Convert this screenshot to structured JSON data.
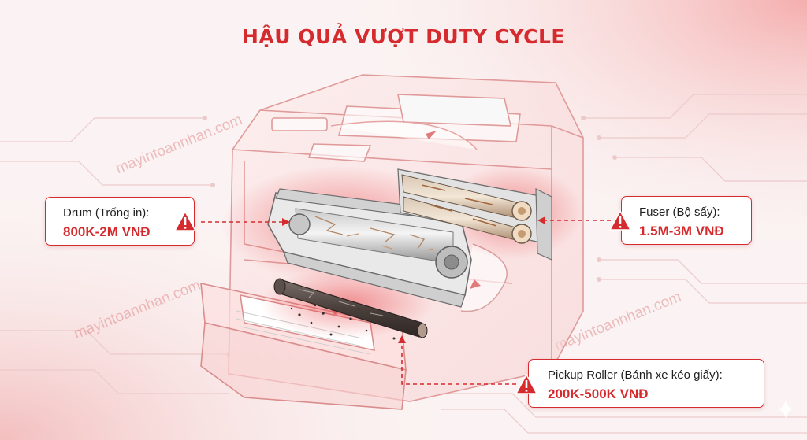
{
  "title": "HẬU QUẢ VƯỢT DUTY CYCLE",
  "watermark": "mayintoannhan.com",
  "callouts": {
    "drum": {
      "name": "Drum (Trống in):",
      "price": "800K-2M VNĐ"
    },
    "fuser": {
      "name": "Fuser (Bộ sấy):",
      "price": "1.5M-3M VNĐ"
    },
    "pickup": {
      "name": "Pickup Roller (Bánh xe kéo giấy):",
      "price": "200K-500K VNĐ"
    }
  },
  "colors": {
    "accent": "#d62b2e",
    "text": "#1f1f1f",
    "background": "#fbf3f3"
  },
  "icons": [
    "warning-icon",
    "sparkle-icon"
  ]
}
